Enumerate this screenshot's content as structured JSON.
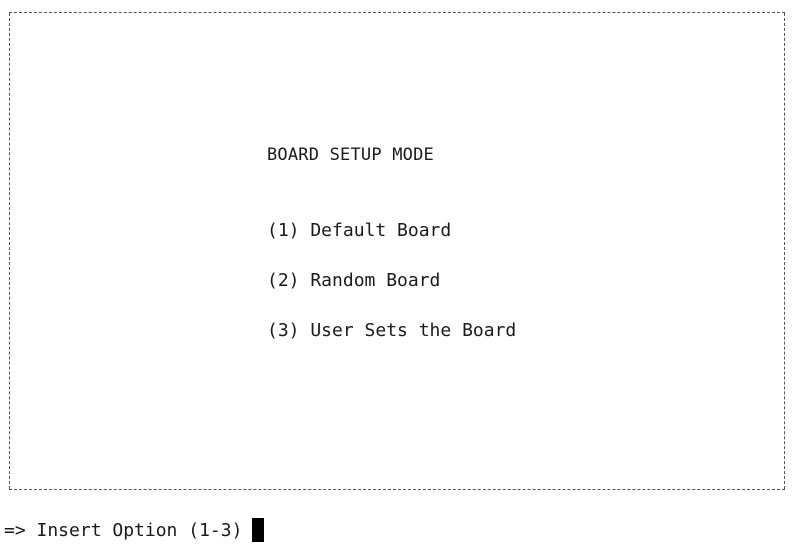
{
  "screen": {
    "title": "BOARD SETUP MODE",
    "options": [
      "(1) Default Board",
      "(2) Random Board",
      "(3) User Sets the Board"
    ]
  },
  "prompt": {
    "text": "=> Insert Option (1-3)"
  }
}
